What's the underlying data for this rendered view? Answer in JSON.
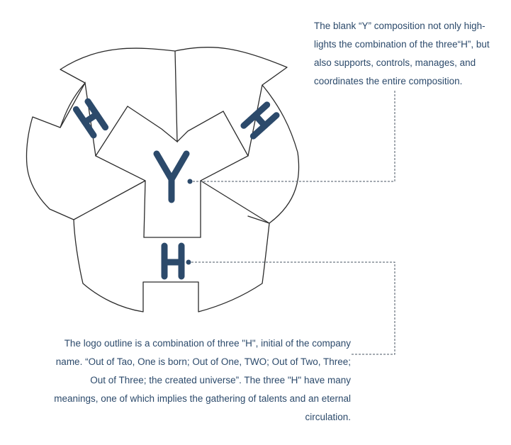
{
  "captions": {
    "top": "The blank “Y” composition not only high-lights the combination of the three“H”, but also supports, controls, manages, and coordinates the entire composition.",
    "bottom": "The logo outline is a combination of three \"H\", initial of the company name. “Out of Tao, One is born; Out of One, TWO; Out of Two, Three; Out of Three; the created universe”. The three \"H\" have many meanings, one of which implies the gathering of talents and an eternal circulation."
  },
  "letters": {
    "center": "Y",
    "h_letter": "H"
  },
  "colors": {
    "accent": "#2c4a6b",
    "outline": "#2b2b2b",
    "leader": "#4a5563"
  }
}
